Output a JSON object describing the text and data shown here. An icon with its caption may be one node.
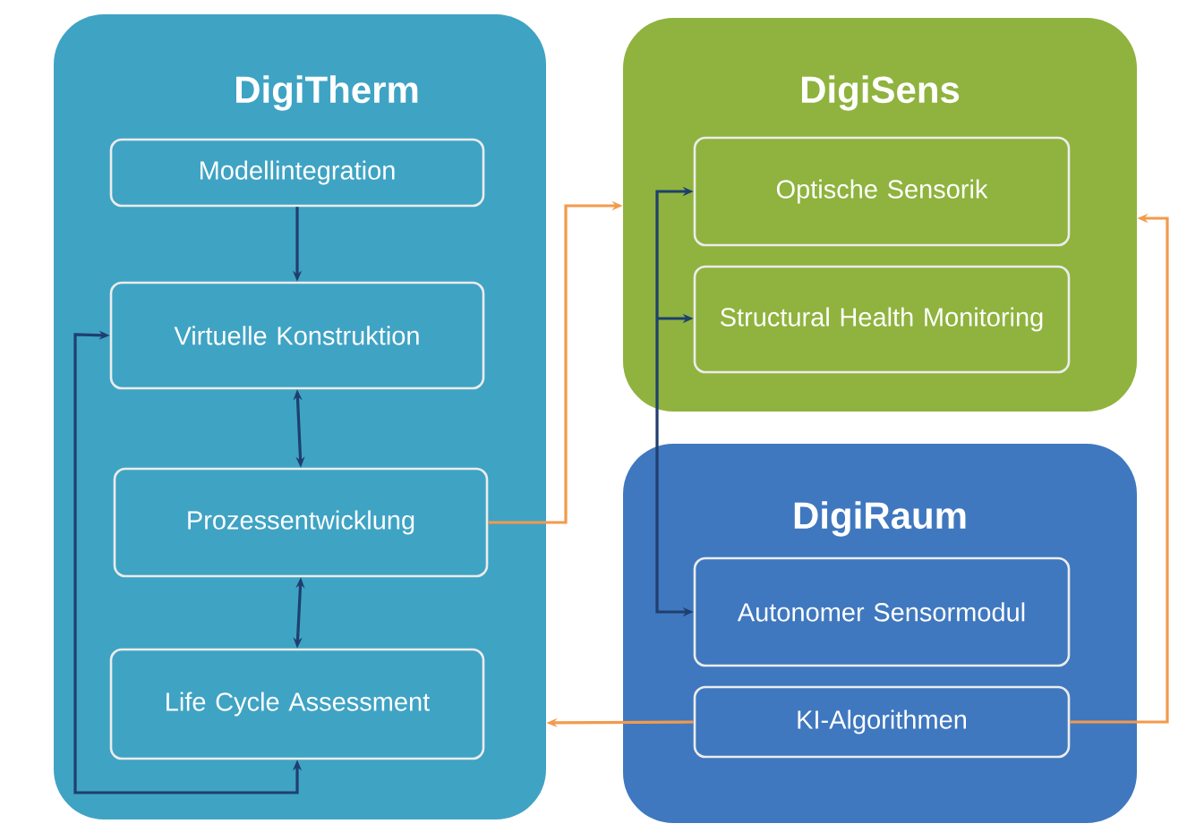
{
  "diagram": {
    "nodes": [
      {
        "text": [
          "DigiTherm"
        ]
      },
      {
        "text": [
          "Modellintegration"
        ],
        "in": 0
      },
      {
        "text": [
          "Virtuelle Konstruktion"
        ],
        "in": 0
      },
      {
        "text": [
          "Prozessentwicklung"
        ],
        "in": 0
      },
      {
        "text": [
          "Life Cycle Assessment"
        ],
        "in": 0
      },
      {
        "text": [
          "DigiSens"
        ]
      },
      {
        "text": [
          "Optische Sensorik"
        ],
        "in": 5
      },
      {
        "text": [
          "Structural Health Monitoring"
        ],
        "in": 5
      },
      {
        "text": [
          "DigiRaum"
        ]
      },
      {
        "text": [
          "Autonomer Sensormodul"
        ],
        "in": 8
      },
      {
        "text": [
          "KI-Algorithmen"
        ],
        "in": 8
      }
    ],
    "edges": [
      {
        "from": 1,
        "to": 2,
        "arrow": "to"
      },
      {
        "from": 2,
        "to": 3,
        "arrow": "both"
      },
      {
        "from": 3,
        "to": 4,
        "arrow": "both"
      },
      {
        "from": 4,
        "to": 2,
        "arrow": "both"
      },
      {
        "from": 3,
        "to": 5,
        "arrow": "to",
        "color": "#f39a4c"
      },
      {
        "from": 10,
        "to": 0,
        "arrow": "to",
        "color": "#f39a4c"
      },
      {
        "from": 10,
        "to": 5,
        "arrow": "to",
        "color": "#f39a4c"
      },
      {
        "from": 9,
        "to": 6,
        "arrow": "both"
      },
      {
        "from": 9,
        "to": 7,
        "arrow": "both"
      }
    ]
  }
}
